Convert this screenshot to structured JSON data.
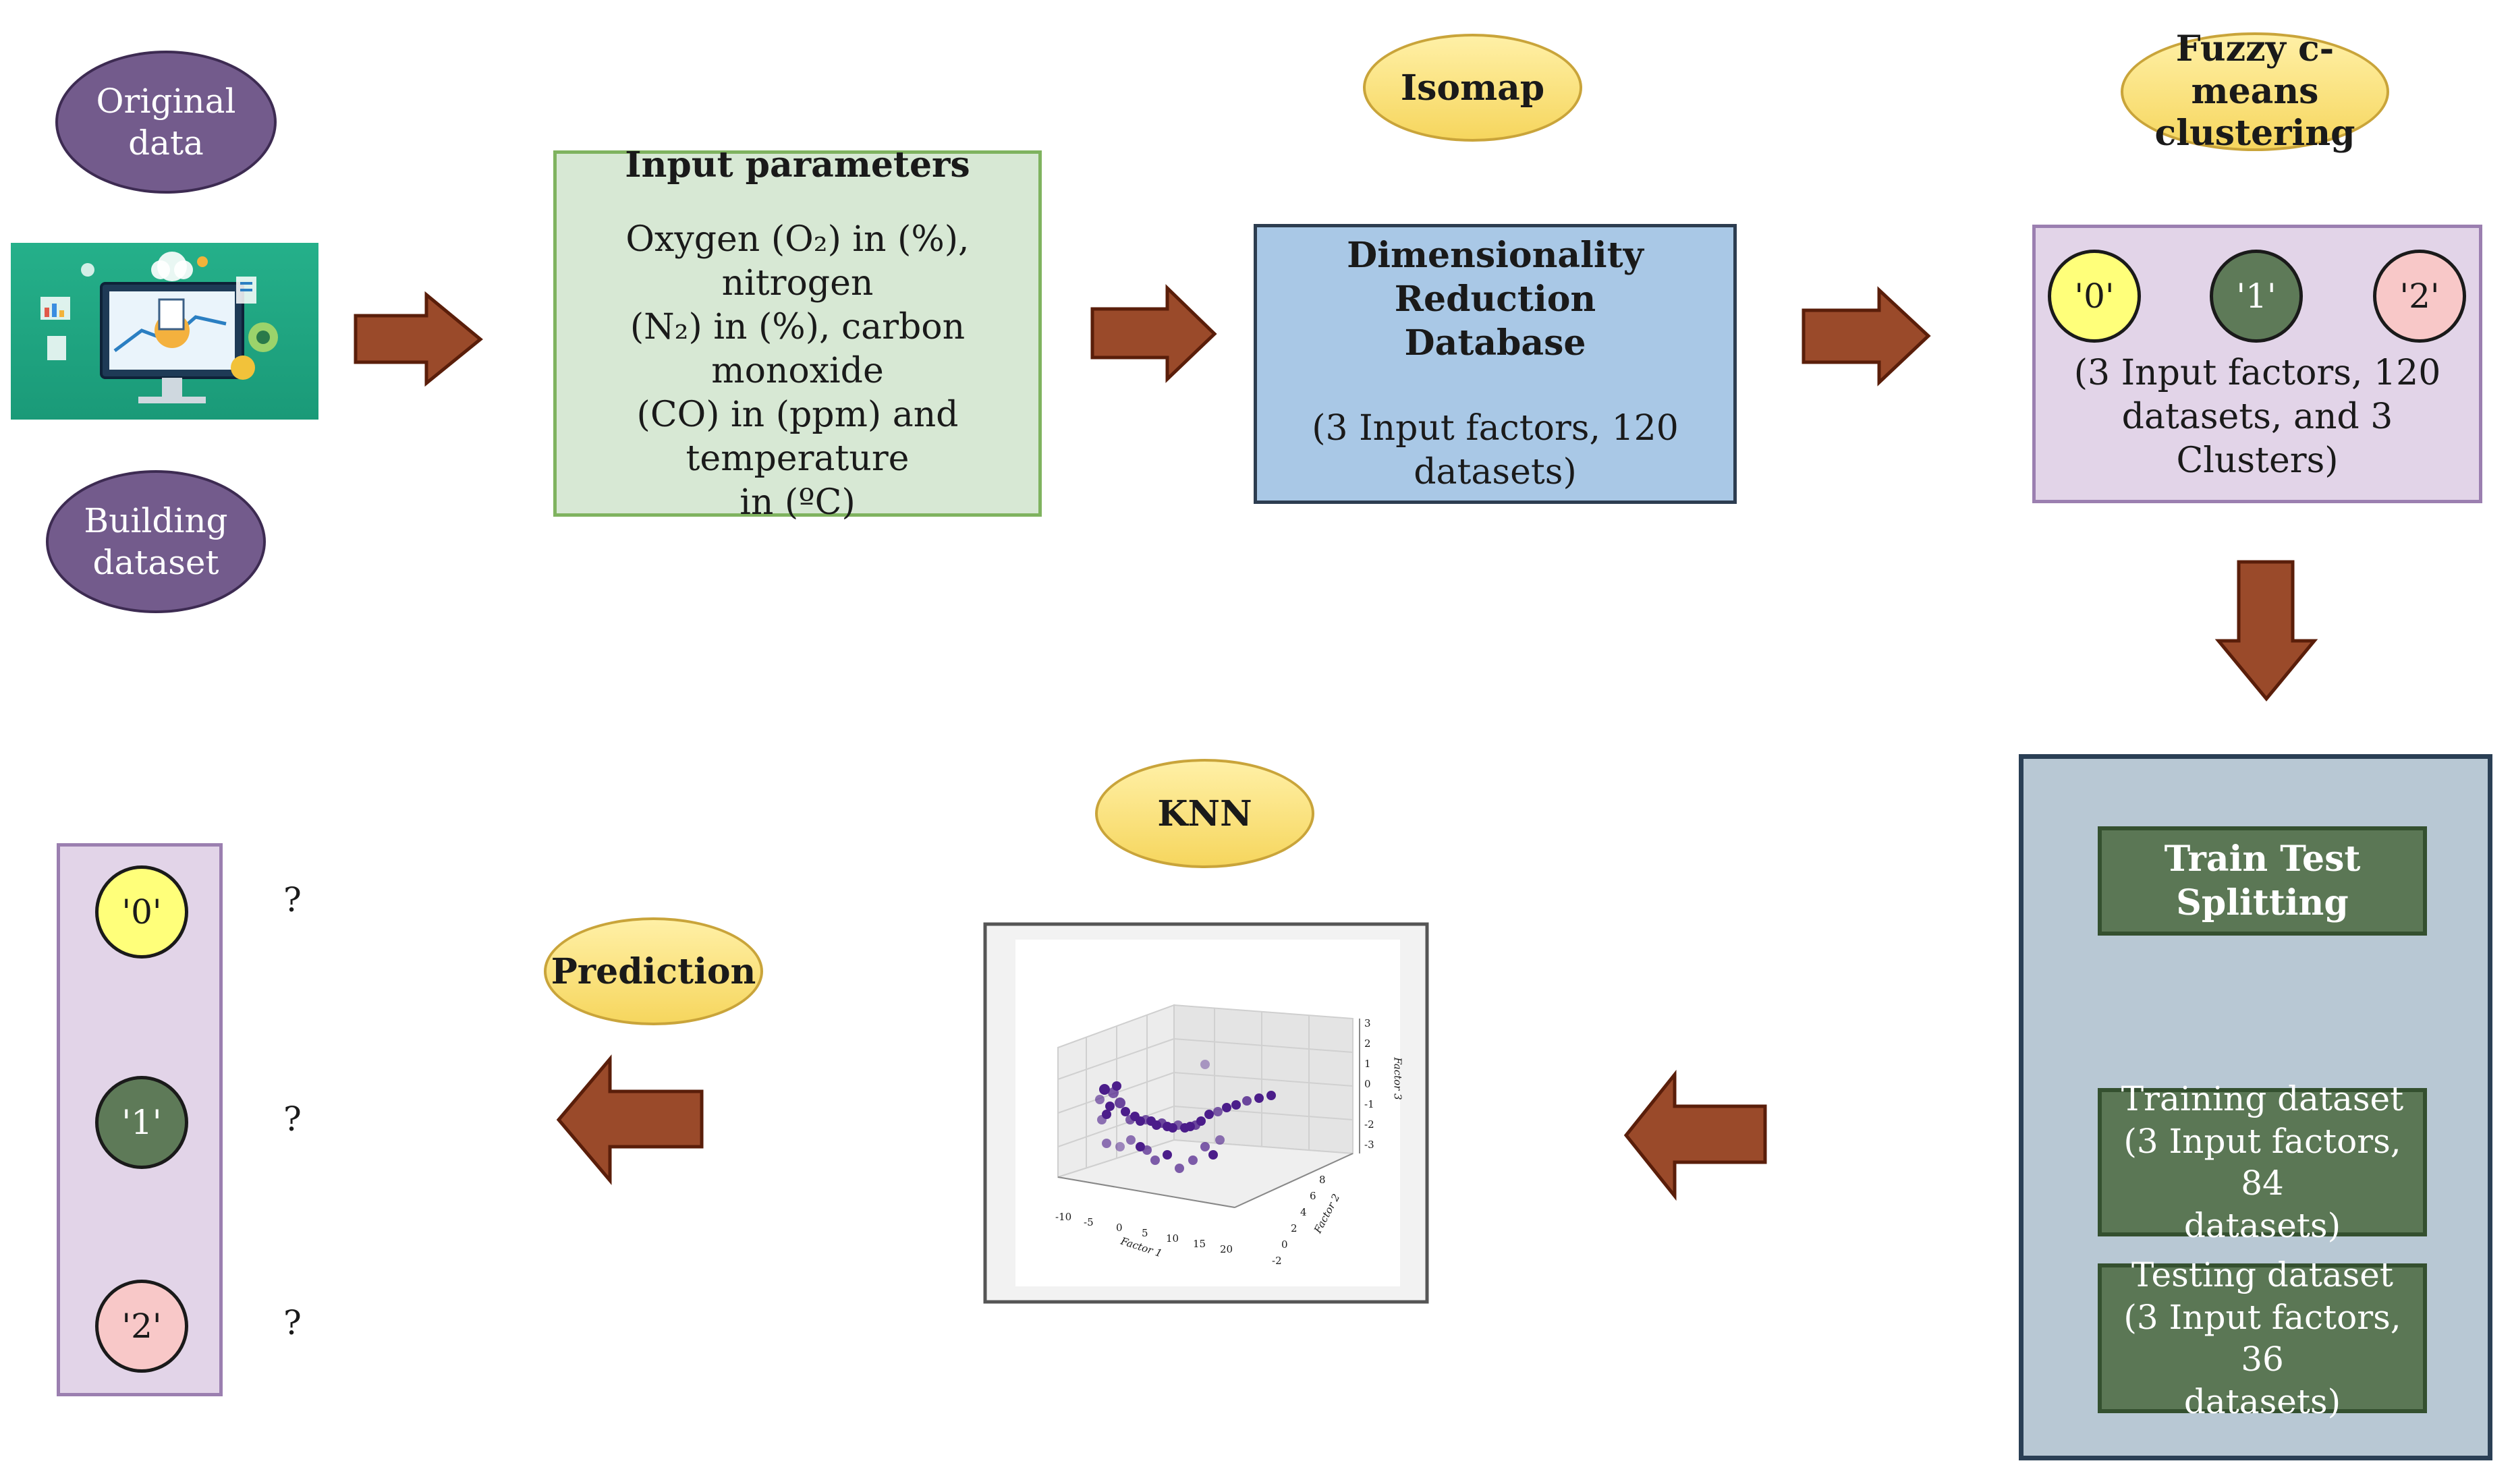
{
  "original_data": "Original data",
  "building_dataset_line1": "Building",
  "building_dataset_line2": "dataset",
  "input_parameters": {
    "title": "Input parameters",
    "line1": "Oxygen (O₂) in (%), nitrogen",
    "line2": "(N₂) in (%), carbon monoxide",
    "line3": "(CO) in (ppm) and temperature",
    "line4": "in (ºC)"
  },
  "isomap": "Isomap",
  "dimensionality": {
    "title_line1": "Dimensionality Reduction",
    "title_line2": "Database",
    "subtitle": "(3 Input factors, 120 datasets)"
  },
  "fuzzy": {
    "line1": "Fuzzy c-means",
    "line2": "clustering"
  },
  "clusters": {
    "c0": "'0'",
    "c1": "'1'",
    "c2": "'2'",
    "desc_line1": "(3 Input factors, 120",
    "desc_line2": "datasets, and 3 Clusters)"
  },
  "split": {
    "title": "Train Test Splitting",
    "training_line1": "Training dataset",
    "training_line2": "(3 Input factors, 84",
    "training_line3": "datasets)",
    "testing_line1": "Testing dataset",
    "testing_line2": "(3 Input factors, 36",
    "testing_line3": "datasets)"
  },
  "knn": "KNN",
  "prediction": "Prediction",
  "output": {
    "c0": "'0'",
    "c1": "'1'",
    "c2": "'2'",
    "q": "?"
  },
  "plot": {
    "xlabel": "Factor 1",
    "ylabel": "Factor 2",
    "zlabel": "Factor 3",
    "x_ticks": [
      "-10",
      "-5",
      "0",
      "5",
      "10",
      "15",
      "20"
    ],
    "y_ticks": [
      "-2",
      "0",
      "2",
      "4",
      "6",
      "8"
    ],
    "z_ticks": [
      "3",
      "2",
      "1",
      "0",
      "-1",
      "-2",
      "-3"
    ]
  },
  "colors": {
    "arrow_fill": "#9a4a2a",
    "arrow_stroke": "#5a1e0a",
    "input_box": "#d7e8d4",
    "db_box": "#a9c8e6",
    "cluster_box": "#e2d4e8",
    "split_panel": "#b8c8d4",
    "train_box": "#5b7755",
    "point_color": "#4b1d8a"
  }
}
